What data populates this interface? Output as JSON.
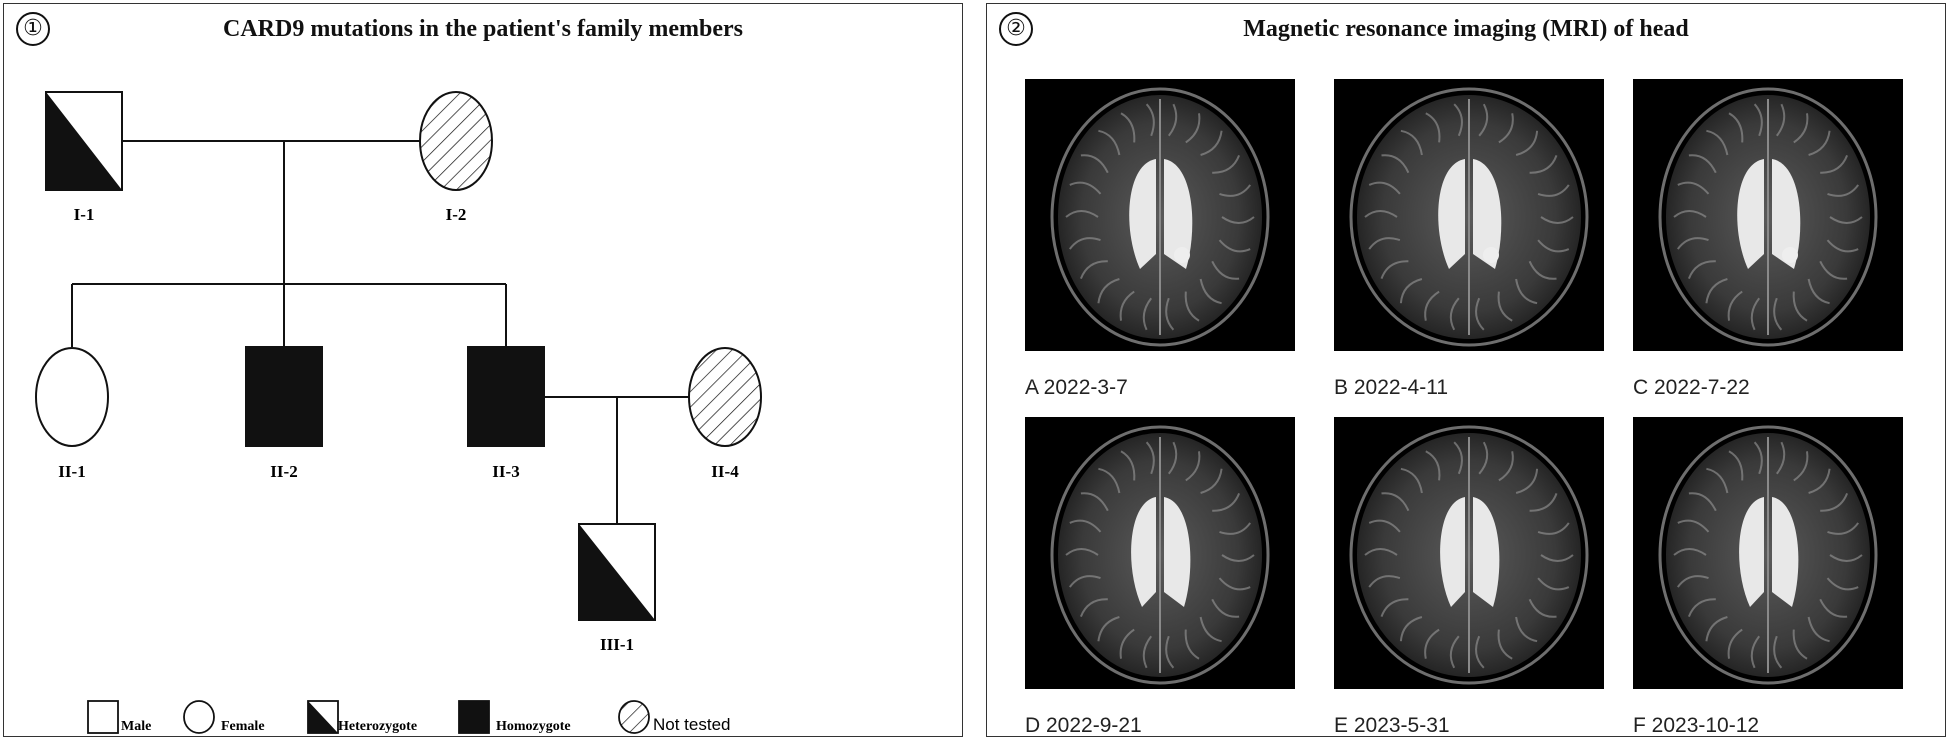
{
  "panel1": {
    "number": "①",
    "title": "CARD9 mutations in the patient's family members",
    "individuals": [
      {
        "id": "I-1",
        "sex": "male",
        "status": "heterozygote"
      },
      {
        "id": "I-2",
        "sex": "female",
        "status": "not-tested"
      },
      {
        "id": "II-1",
        "sex": "female",
        "status": "unaffected"
      },
      {
        "id": "II-2",
        "sex": "male",
        "status": "homozygote"
      },
      {
        "id": "II-3",
        "sex": "male",
        "status": "homozygote"
      },
      {
        "id": "II-4",
        "sex": "female",
        "status": "not-tested"
      },
      {
        "id": "III-1",
        "sex": "male",
        "status": "heterozygote"
      }
    ],
    "legend": {
      "male": "Male",
      "female": "Female",
      "heterozygote": "Heterozygote",
      "homozygote": "Homozygote",
      "not_tested": "Not tested"
    }
  },
  "panel2": {
    "number": "②",
    "title": "Magnetic resonance imaging (MRI) of head",
    "images": [
      {
        "label": "A 2022-3-7"
      },
      {
        "label": "B 2022-4-11"
      },
      {
        "label": "C 2022-7-22"
      },
      {
        "label": "D 2022-9-21"
      },
      {
        "label": "E 2023-5-31"
      },
      {
        "label": "F 2023-10-12"
      }
    ]
  }
}
